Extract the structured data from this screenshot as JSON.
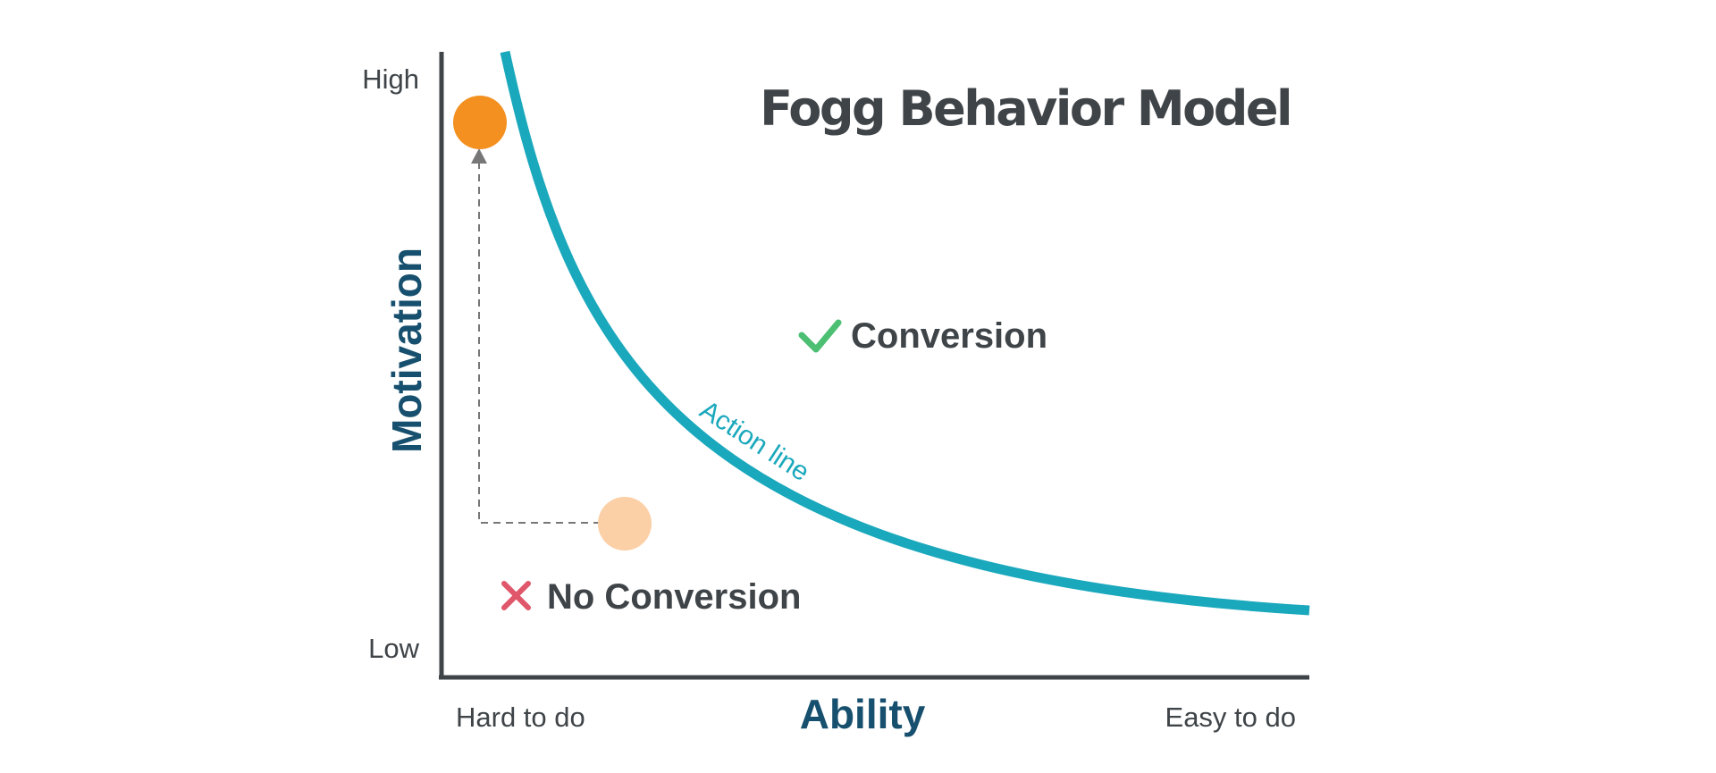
{
  "diagram": {
    "title": "Fogg Behavior Model",
    "y_axis": {
      "label": "Motivation",
      "high": "High",
      "low": "Low"
    },
    "x_axis": {
      "label": "Ability",
      "hard": "Hard to do",
      "easy": "Easy to do"
    },
    "curve": {
      "label": "Action line"
    },
    "zones": {
      "above": "Conversion",
      "below": "No Conversion"
    },
    "icons": {
      "check": "check-icon",
      "cross": "x-icon",
      "arrow": "arrow-up-icon"
    }
  },
  "colors": {
    "text": "#3f4448",
    "axis_label": "#17506e",
    "axis_line": "#3f4448",
    "curve": "#1aa8bc",
    "check": "#4cbf73",
    "cross": "#e0566a",
    "dot_high": "#f39020",
    "dot_low": "#fcd0a6",
    "dashed": "#777777"
  }
}
